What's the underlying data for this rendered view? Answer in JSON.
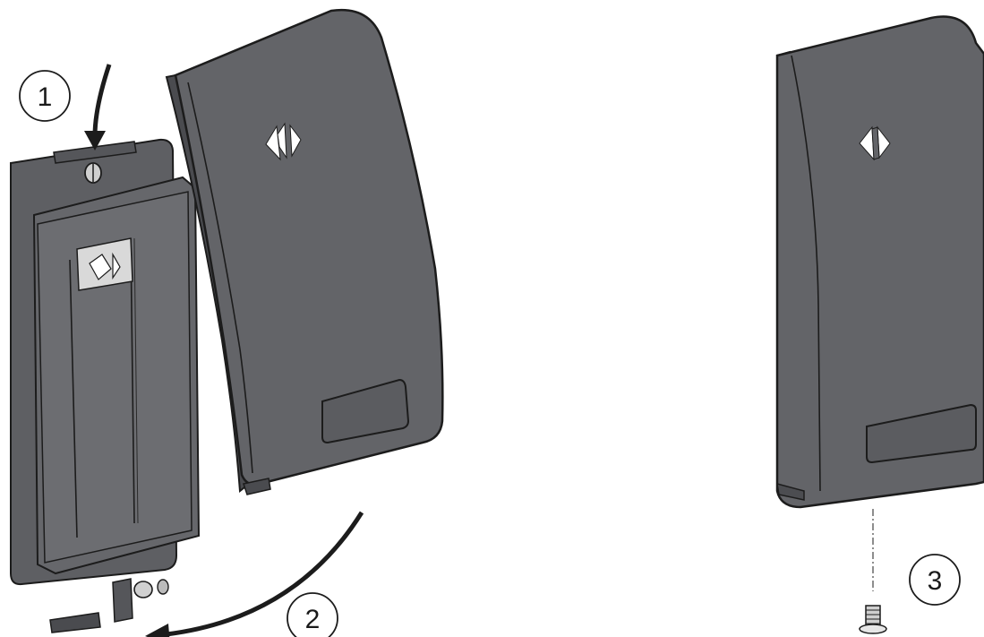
{
  "steps": [
    {
      "number": "1"
    },
    {
      "number": "2"
    },
    {
      "number": "3"
    }
  ],
  "colors": {
    "housing": "#606165",
    "housing_dark": "#4a4b4f",
    "outline": "#1c1c1c",
    "arrow": "#1c1c1c",
    "clip": "#d9d9d9",
    "background": "#ffffff"
  },
  "icons": [
    "reader-logo-icon",
    "curved-arrow-icon",
    "screw-icon"
  ]
}
